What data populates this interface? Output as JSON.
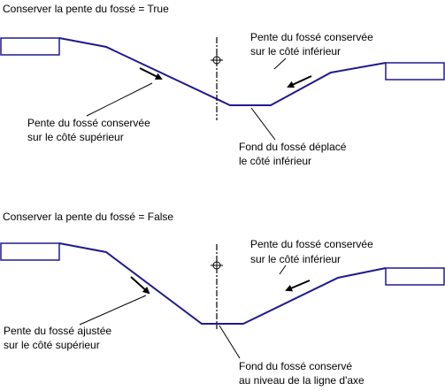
{
  "colors": {
    "profile_line": "#1f1a8f",
    "pointer_line": "#000000",
    "text": "#000000",
    "background": "#ffffff"
  },
  "top_panel": {
    "title": "Conserver la pente du fossé = True",
    "label_lower_side": [
      "Pente du fossé conservée",
      "sur le côté inférieur"
    ],
    "label_upper_side": [
      "Pente du fossé conservée",
      "sur le côté supérieur"
    ],
    "label_bottom": [
      "Fond du fossé déplacé",
      "le côté inférieur"
    ]
  },
  "bottom_panel": {
    "title": "Conserver la pente du fossé = False",
    "label_lower_side": [
      "Pente du fossé conservée",
      "sur le côté inférieur"
    ],
    "label_upper_side": [
      "Pente du fossé ajustée",
      "sur le côté supérieur"
    ],
    "label_bottom": [
      "Fond du fossé conservé",
      "au niveau de la ligne d'axe"
    ]
  },
  "icons": {
    "centerline_marker": "crosshair-circle-icon",
    "slope_arrow": "arrow-icon"
  }
}
